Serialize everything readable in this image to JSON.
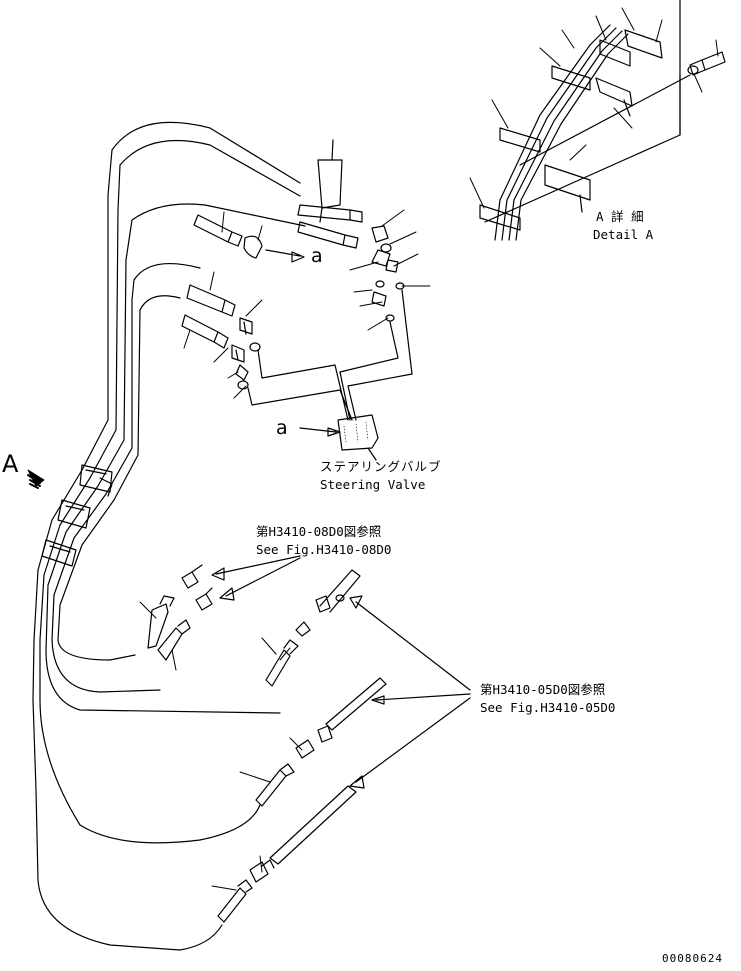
{
  "view_label": "A",
  "connection_mark": "a",
  "detail_a": {
    "jp": "A 詳 細",
    "en": "Detail A"
  },
  "steering_valve": {
    "jp": "ステアリングバルブ",
    "en": "Steering Valve"
  },
  "ref_08": {
    "jp": "第H3410-08D0図参照",
    "en": "See Fig.H3410-08D0"
  },
  "ref_05": {
    "jp": "第H3410-05D0図参照",
    "en": "See Fig.H3410-05D0"
  },
  "drawing_number": "00080624"
}
